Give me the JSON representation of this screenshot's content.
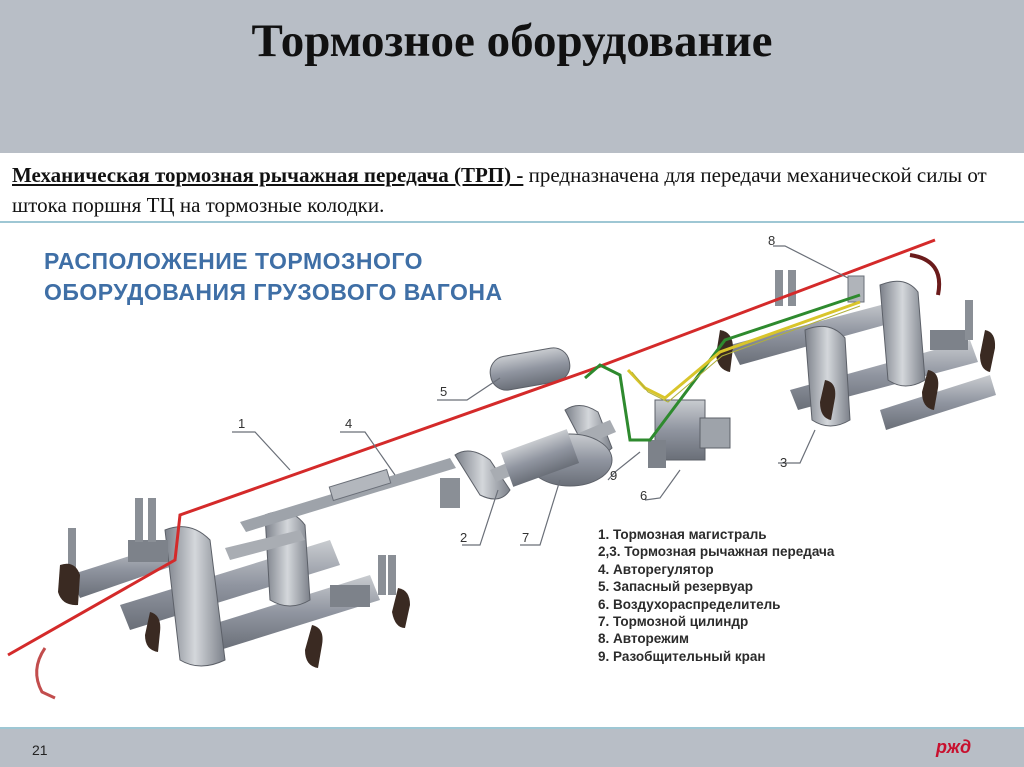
{
  "slide": {
    "title": "Тормозное оборудование",
    "intro_term": "Механическая тормозная рычажная передача (ТРП) -",
    "intro_text": " предназначена для передачи механической силы от штока поршня ТЦ на тормозные колодки.",
    "page_number": "21"
  },
  "diagram": {
    "title_line1": "РАСПОЛОЖЕНИЕ ТОРМОЗНОГО",
    "title_line2": "ОБОРУДОВАНИЯ  ГРУЗОВОГО ВАГОНА",
    "callouts": [
      "1",
      "2",
      "3",
      "4",
      "5",
      "6",
      "7",
      "8",
      "9"
    ],
    "legend": [
      "1. Тормозная магистраль",
      "2,3. Тормозная рычажная передача",
      "4. Авторегулятор",
      "5. Запасный резервуар",
      "6. Воздухораспределитель",
      "7. Тормозной цилиндр",
      "8. Авторежим",
      "9. Разобщительный кран"
    ]
  },
  "colors": {
    "brake_line": "#d42a2a",
    "green_pipe": "#2e8a2e",
    "yellow_pipe": "#d9c52b",
    "metal": "#8a8f96",
    "shoe": "#3a2a22",
    "logo": "#c8102e"
  },
  "logo": {
    "text": "ржд"
  }
}
